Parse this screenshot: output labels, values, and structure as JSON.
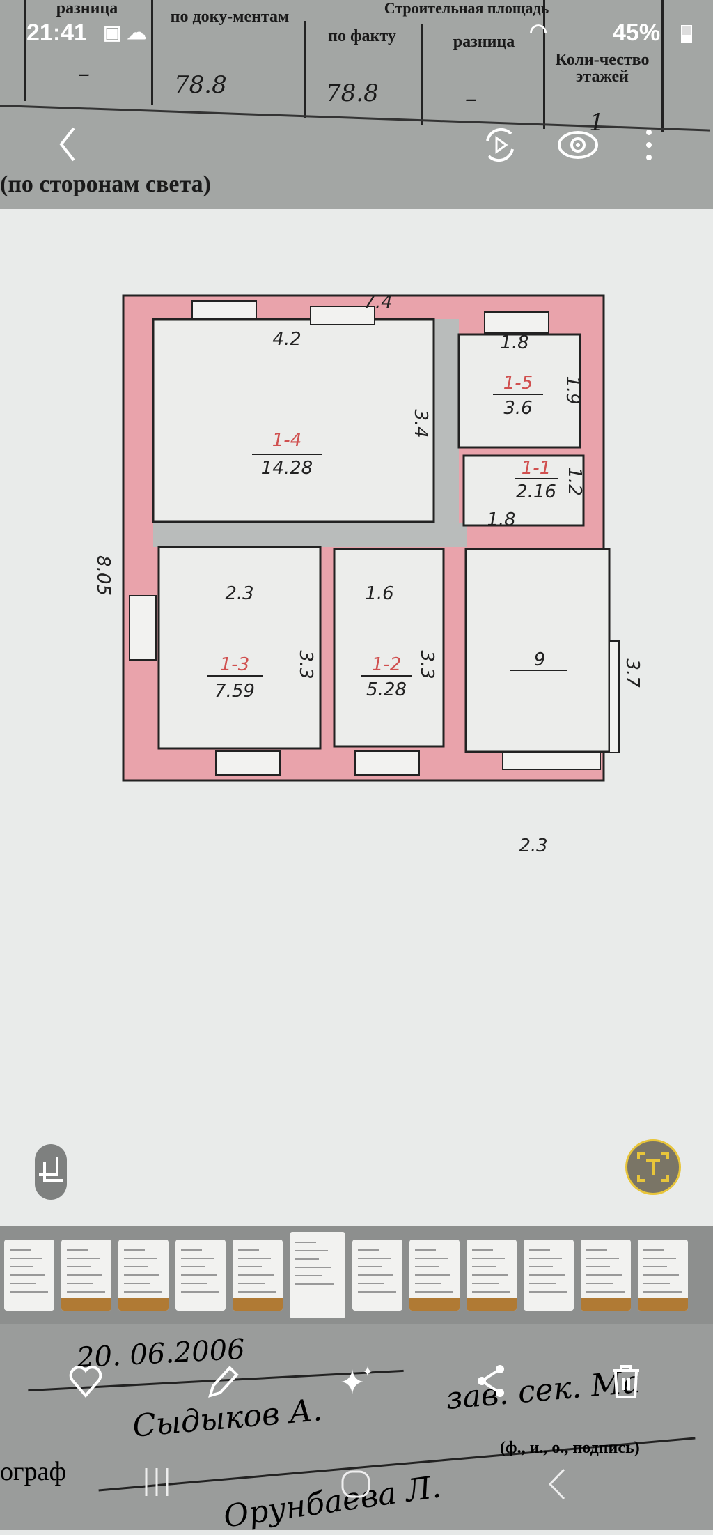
{
  "status_bar": {
    "time": "21:41",
    "battery": "45%"
  },
  "document_top": {
    "headers": [
      "разница",
      "по доку-ментам",
      "по факту",
      "разница",
      "Коли-чество этажей",
      "Строительная площадь"
    ],
    "values": [
      "–",
      "78.8",
      "78.8",
      "–",
      "1"
    ],
    "caption": "(по сторонам света)"
  },
  "top_bar": {
    "back_icon": "chevron-left-icon",
    "icons": [
      "remaster-play-icon",
      "eye-icon",
      "more-vertical-icon"
    ]
  },
  "floor_plan": {
    "dimensions": {
      "top_total": "7.4",
      "left_total": "8.05",
      "room_1_4_width": "4.2",
      "room_1_4_depth": "3.4",
      "room_1_5_width": "1.8",
      "room_1_5_depth": "1.9",
      "room_1_1_depth": "1.2",
      "room_1_1_width": "1.8",
      "room_1_3_width": "2.3",
      "room_1_3_depth": "3.3",
      "room_1_2_width": "1.6",
      "room_1_2_depth": "3.3",
      "room_9_width": "2.3",
      "room_9_depth": "3.7"
    },
    "rooms": [
      {
        "id": "1-4",
        "area": "14.28"
      },
      {
        "id": "1-5",
        "area": "3.6"
      },
      {
        "id": "1-1",
        "area": "2.16"
      },
      {
        "id": "1-3",
        "area": "7.59"
      },
      {
        "id": "1-2",
        "area": "5.28"
      },
      {
        "id": "9",
        "area": ""
      }
    ],
    "colors": {
      "wall": "#e9a3ab",
      "partition": "#b9bcbb",
      "line": "#222222"
    }
  },
  "floating": {
    "crop_icon": "crop-icon",
    "text_extract_icon": "text-scan-icon",
    "accent": "#e8c53a"
  },
  "filmstrip": {
    "count": 12,
    "selected_index": 5
  },
  "document_bottom": {
    "lines": [
      "20. 06.2006",
      "Сыдыков А.",
      "зав. сек. Ма",
      "(ф., и., о., подпись)",
      "ограф",
      "Орунбаева Л."
    ]
  },
  "toolbar": {
    "icons": [
      "heart-icon",
      "edit-pencil-icon",
      "sparkles-icon",
      "share-icon",
      "trash-icon"
    ]
  },
  "nav_bar": {
    "icons": [
      "recent-apps-icon",
      "home-icon",
      "back-icon"
    ]
  }
}
